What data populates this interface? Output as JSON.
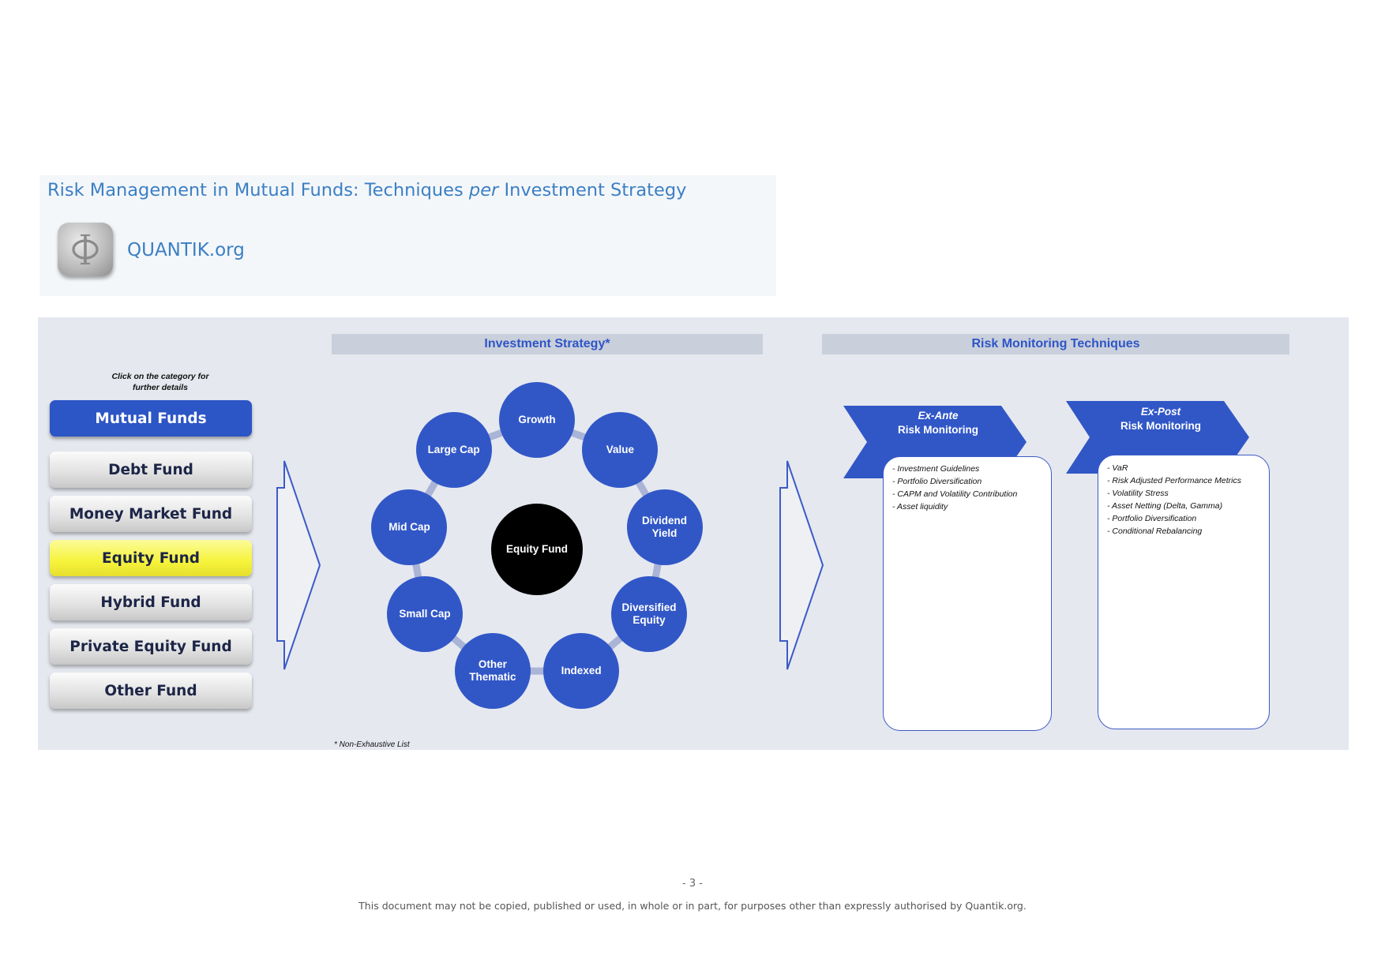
{
  "header": {
    "title_part1": "Risk Management in Mutual Funds: Techniques ",
    "title_italic": "per",
    "title_part2": " Investment Strategy",
    "brand": "QUANTIK.org",
    "logo_icon": "phi-logo-icon"
  },
  "sidebar": {
    "hint": "Click on the category for further details",
    "title": "Mutual Funds",
    "items": [
      {
        "label": "Debt Fund"
      },
      {
        "label": "Money Market Fund"
      },
      {
        "label": "Equity Fund",
        "selected": true
      },
      {
        "label": "Hybrid Fund"
      },
      {
        "label": "Private Equity Fund"
      },
      {
        "label": "Other Fund"
      }
    ]
  },
  "strategy": {
    "header": "Investment Strategy*",
    "center": "Equity Fund",
    "nodes": [
      {
        "label": "Growth"
      },
      {
        "label": "Value"
      },
      {
        "label": "Dividend Yield"
      },
      {
        "label": "Diversified Equity"
      },
      {
        "label": "Indexed"
      },
      {
        "label": "Other Thematic"
      },
      {
        "label": "Small Cap"
      },
      {
        "label": "Mid Cap"
      },
      {
        "label": "Large Cap"
      }
    ],
    "footnote": "* Non-Exhaustive List"
  },
  "monitoring": {
    "header": "Risk Monitoring Techniques",
    "ex_ante": {
      "title_italic": "Ex-Ante",
      "title": "Risk Monitoring",
      "items": [
        "- Investment Guidelines",
        "- Portfolio Diversification",
        "- CAPM and Volatility Contribution",
        "- Asset liquidity"
      ]
    },
    "ex_post": {
      "title_italic": "Ex-Post",
      "title": "Risk Monitoring",
      "items": [
        "- VaR",
        "- Risk Adjusted Performance Metrics",
        "- Volatility Stress",
        "- Asset Netting (Delta, Gamma)",
        "- Portfolio Diversification",
        "- Conditional Rebalancing"
      ]
    }
  },
  "colors": {
    "accent_blue": "#2c55c6",
    "title_blue": "#3b7fc4",
    "selected_yellow": "#f6f33b",
    "center_black": "#000000"
  },
  "footer": {
    "page": "- 3 -",
    "disclaimer": "This document may not be copied, published or used, in whole or in part, for purposes other than expressly authorised by Quantik.org."
  }
}
